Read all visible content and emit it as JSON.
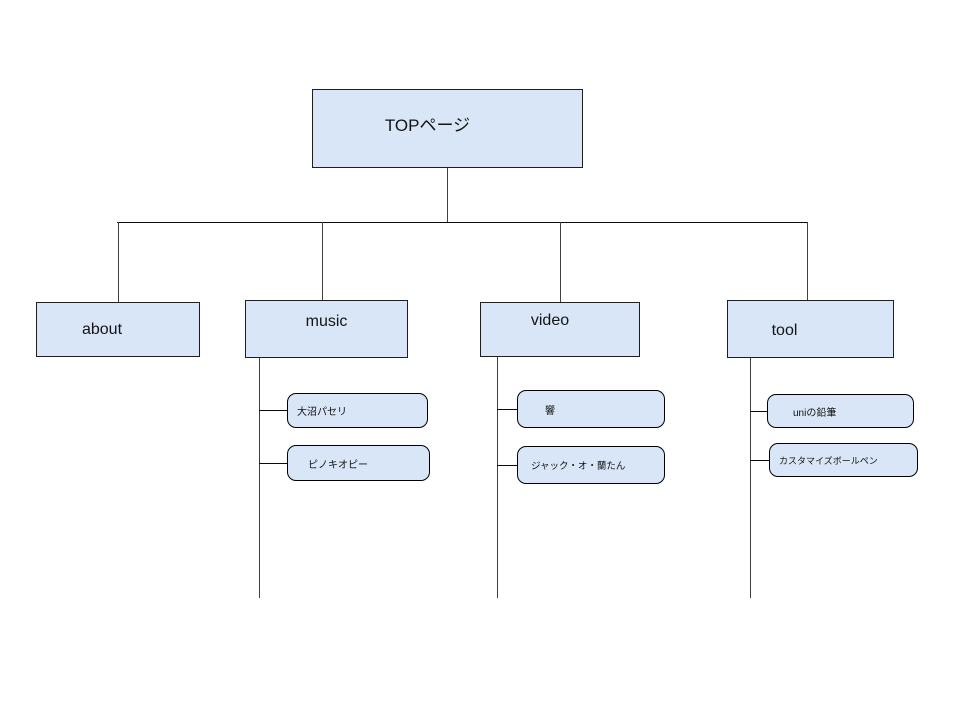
{
  "colors": {
    "node_fill": "#d9e6f7",
    "node_border": "#1f1f1f",
    "line": "#000000"
  },
  "diagram": {
    "type": "sitemap-tree",
    "root": {
      "label": "TOPページ"
    },
    "sections": [
      {
        "label": "about",
        "children": []
      },
      {
        "label": "music",
        "children": [
          "大沼パセリ",
          "ピノキオピー"
        ]
      },
      {
        "label": "video",
        "children": [
          "響",
          "ジャック・オ・蘭たん"
        ]
      },
      {
        "label": "tool",
        "children": [
          "uniの鉛筆",
          "カスタマイズボールペン"
        ]
      }
    ]
  }
}
